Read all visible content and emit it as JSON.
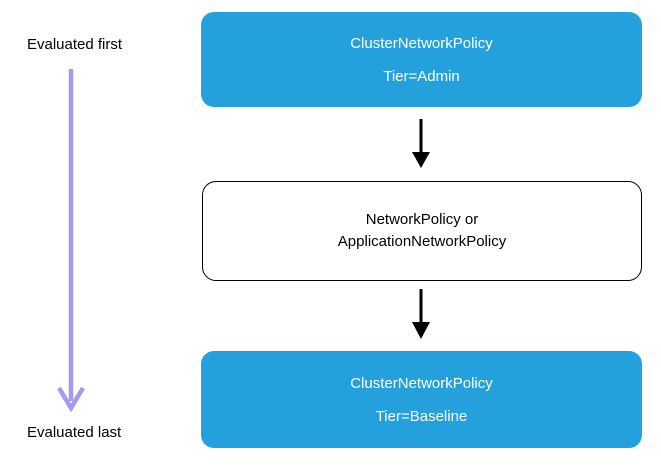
{
  "diagram": {
    "evaluated_first_label": "Evaluated first",
    "evaluated_last_label": "Evaluated last",
    "boxes": {
      "admin": {
        "title": "ClusterNetworkPolicy",
        "subtitle": "Tier=Admin"
      },
      "middle": {
        "line1": "NetworkPolicy or",
        "line2": "ApplicationNetworkPolicy"
      },
      "baseline": {
        "title": "ClusterNetworkPolicy",
        "subtitle": "Tier=Baseline"
      }
    },
    "colors": {
      "box_blue": "#24A1DC",
      "arrow_purple": "#A29BF4",
      "arrow_black": "#000000"
    }
  }
}
